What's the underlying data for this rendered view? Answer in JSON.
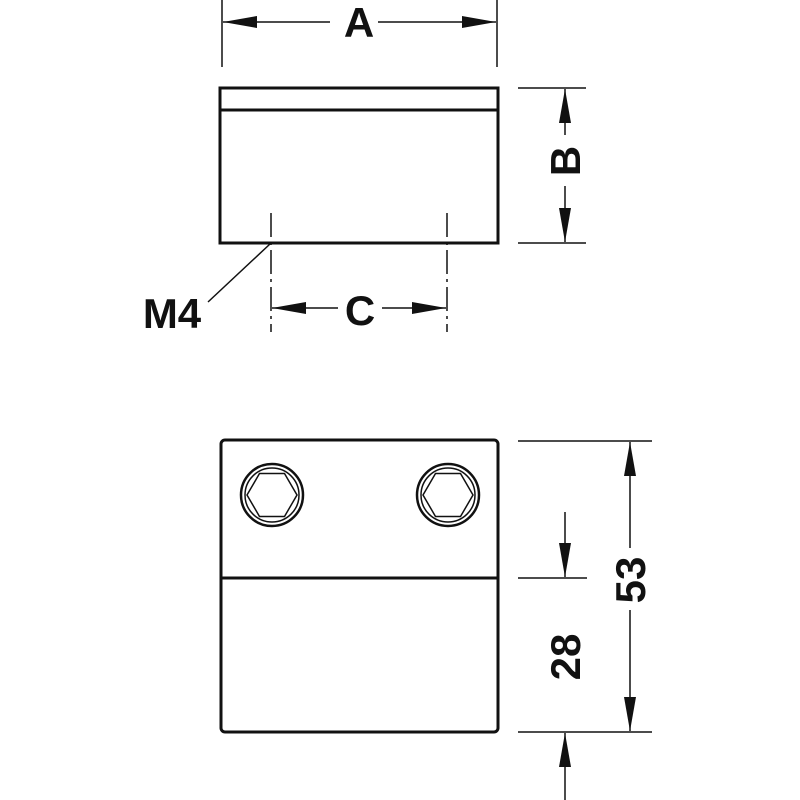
{
  "drawing": {
    "top_view": {
      "dim_a": "A",
      "dim_b": "B",
      "dim_c": "C",
      "thread": "M4"
    },
    "front_view": {
      "dim_total": "53",
      "dim_lower": "28"
    },
    "colors": {
      "line": "#111111",
      "background": "#ffffff"
    }
  }
}
